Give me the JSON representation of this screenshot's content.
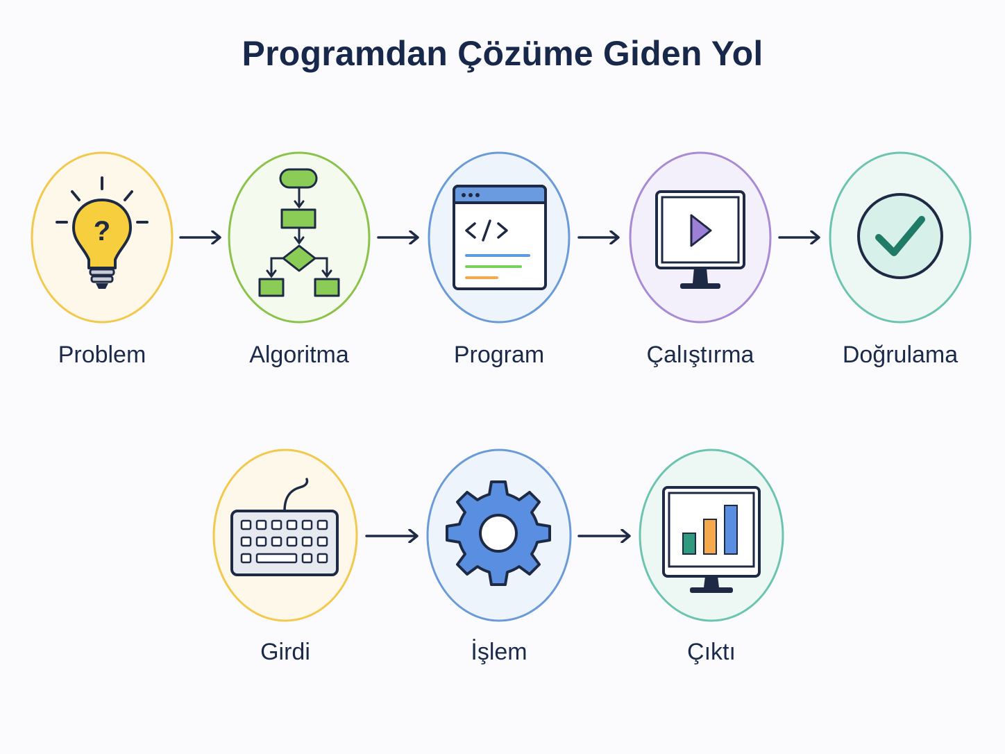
{
  "title": "Programdan Çözüme Giden Yol",
  "row1": {
    "steps": [
      {
        "label": "Problem",
        "icon": "lightbulb-question-icon",
        "color": "#f2c94c"
      },
      {
        "label": "Algoritma",
        "icon": "flowchart-icon",
        "color": "#8bc34a"
      },
      {
        "label": "Program",
        "icon": "code-window-icon",
        "color": "#6a9bd8"
      },
      {
        "label": "Çalıştırma",
        "icon": "monitor-play-icon",
        "color": "#a78bd4"
      },
      {
        "label": "Doğrulama",
        "icon": "check-circle-icon",
        "color": "#6cc4b0"
      }
    ]
  },
  "row2": {
    "steps": [
      {
        "label": "Girdi",
        "icon": "keyboard-icon",
        "color": "#f2c94c"
      },
      {
        "label": "İşlem",
        "icon": "gear-icon",
        "color": "#6a9bd8"
      },
      {
        "label": "Çıktı",
        "icon": "monitor-chart-icon",
        "color": "#6cc4b0"
      }
    ]
  }
}
